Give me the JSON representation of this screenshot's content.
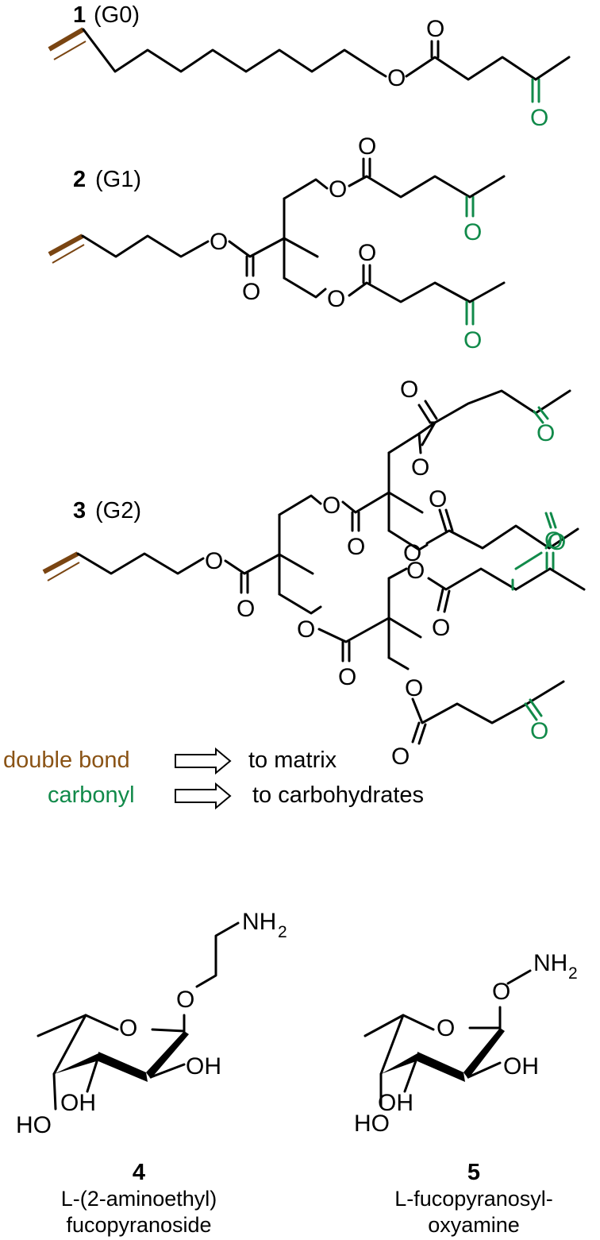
{
  "compounds": [
    {
      "number": "1",
      "generation": "(G0)"
    },
    {
      "number": "2",
      "generation": "(G1)"
    },
    {
      "number": "3",
      "generation": "(G2)"
    },
    {
      "number": "4",
      "caption_line1": "L-(2-aminoethyl)",
      "caption_line2": "fucopyranoside"
    },
    {
      "number": "5",
      "caption_line1": "L-fucopyranosyl-",
      "caption_line2": "oxyamine"
    }
  ],
  "atoms": {
    "oxygen": "O",
    "hydroxyl": "OH",
    "hydroxyl_left": "HO",
    "amine": "NH",
    "amine_sub": "2"
  },
  "legend": [
    {
      "label": "double bond",
      "target": "to matrix",
      "color": "#8a5315"
    },
    {
      "label": "carbonyl",
      "target": "to carbohydrates",
      "color": "#118a4a"
    }
  ],
  "colors": {
    "alkene": "#7a4512",
    "carbonyl": "#118a4a",
    "bond": "#000000"
  }
}
